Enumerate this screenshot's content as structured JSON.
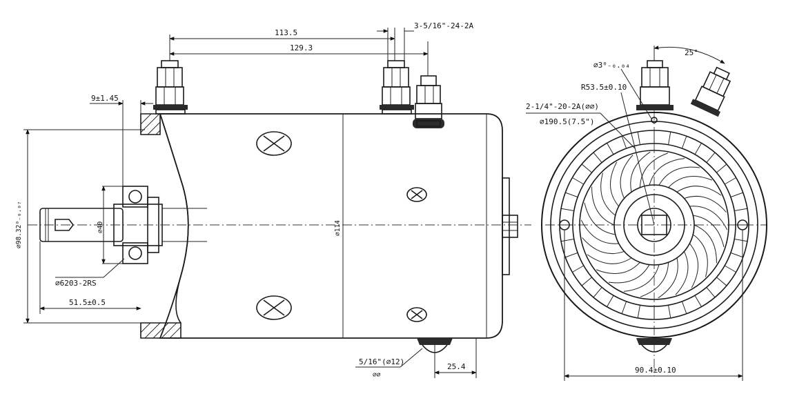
{
  "labels": {
    "dim_113_5": "113.5",
    "dim_129_3": "129.3",
    "thread_terminal": "3-5/16\"-24-2A",
    "dim_9_45": "9±1.45",
    "dim_dia_98": "⌀98.32⁰₋₀.₀₇",
    "dim_dia_40": "⌀40",
    "dim_dia_114": "⌀114",
    "bearing": "⌀6203-2RS",
    "dim_51_5": "51.5±0.5",
    "bolt_bottom_top": "5/16\"(⌀12)",
    "bolt_bottom_btm": "⌀⌀",
    "dim_25_4": "25.4",
    "thread_mount": "2-1/4\"-20-2A(⌀⌀)",
    "bolt_circle": "⌀190.5(7.5\")",
    "radius": "R53.5±0.10",
    "small_dia": "⌀3⁰₋₀.₀₄",
    "angle": "25°",
    "dim_90_4": "90.4±0.10"
  },
  "colors": {
    "line": "#1a1a1a",
    "paper": "#ffffff",
    "fill_dark": "#2b2b2b"
  }
}
